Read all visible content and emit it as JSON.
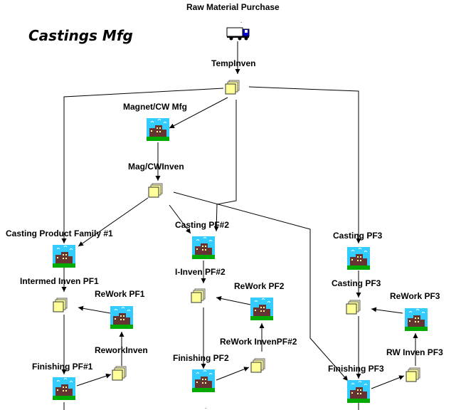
{
  "title": "Castings Mfg",
  "labels": {
    "raw_material": "Raw Material Purchase",
    "temp_inven": "TempInven",
    "magnet_cw_mfg": "Magnet/CW Mfg",
    "mag_cw_inven": "Mag/CWInven",
    "casting_pf1": "Casting Product Family #1",
    "casting_pf2": "Casting PF#2",
    "casting_pf3": "Casting PF3",
    "intermed_inven_pf1": "Intermed Inven PF1",
    "i_inven_pf2": "I-Inven PF#2",
    "casting_pf3_inven": "Casting PF3",
    "rework_pf1": "ReWork PF1",
    "rework_pf2": "ReWork PF2",
    "rework_pf3": "ReWork PF3",
    "rework_inven": "ReworkInven",
    "rework_inven_pf2": "ReWork InvenPF#2",
    "rw_inven_pf3": "RW Inven PF3",
    "finishing_pf1": "Finishing PF#1",
    "finishing_pf2": "Finishing PF2",
    "finishing_pf3": "Finishing PF3"
  },
  "icons": {
    "truck": "truck-icon",
    "inventory": "inventory-icon",
    "factory": "factory-icon"
  },
  "colors": {
    "inventory_fill": "#ffff99",
    "factory_sky": "#33ccff",
    "truck_cab": "#0000cc"
  }
}
